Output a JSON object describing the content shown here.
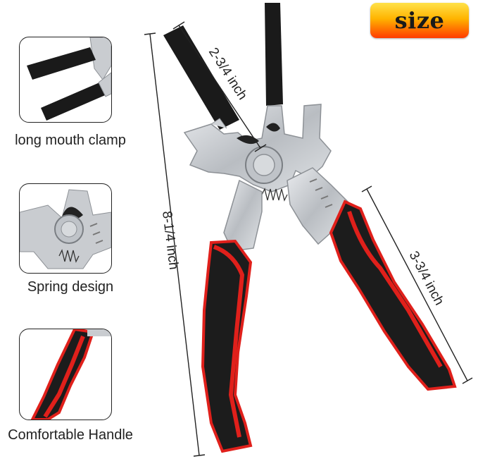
{
  "badge": {
    "label": "size"
  },
  "features": [
    {
      "caption": "long mouth clamp"
    },
    {
      "caption": "Spring design"
    },
    {
      "caption": "Comfortable Handle"
    }
  ],
  "dimensions": {
    "jaw_length": "2-3/4 inch",
    "total_length": "8-1/4 inch",
    "handle_length": "3-3/4 inch"
  },
  "colors": {
    "handle_red": "#e0201b",
    "handle_black": "#1c1c1c",
    "steel": "#c9ccd0",
    "badge_top": "#ffe24a",
    "badge_bottom": "#ff3b00"
  }
}
